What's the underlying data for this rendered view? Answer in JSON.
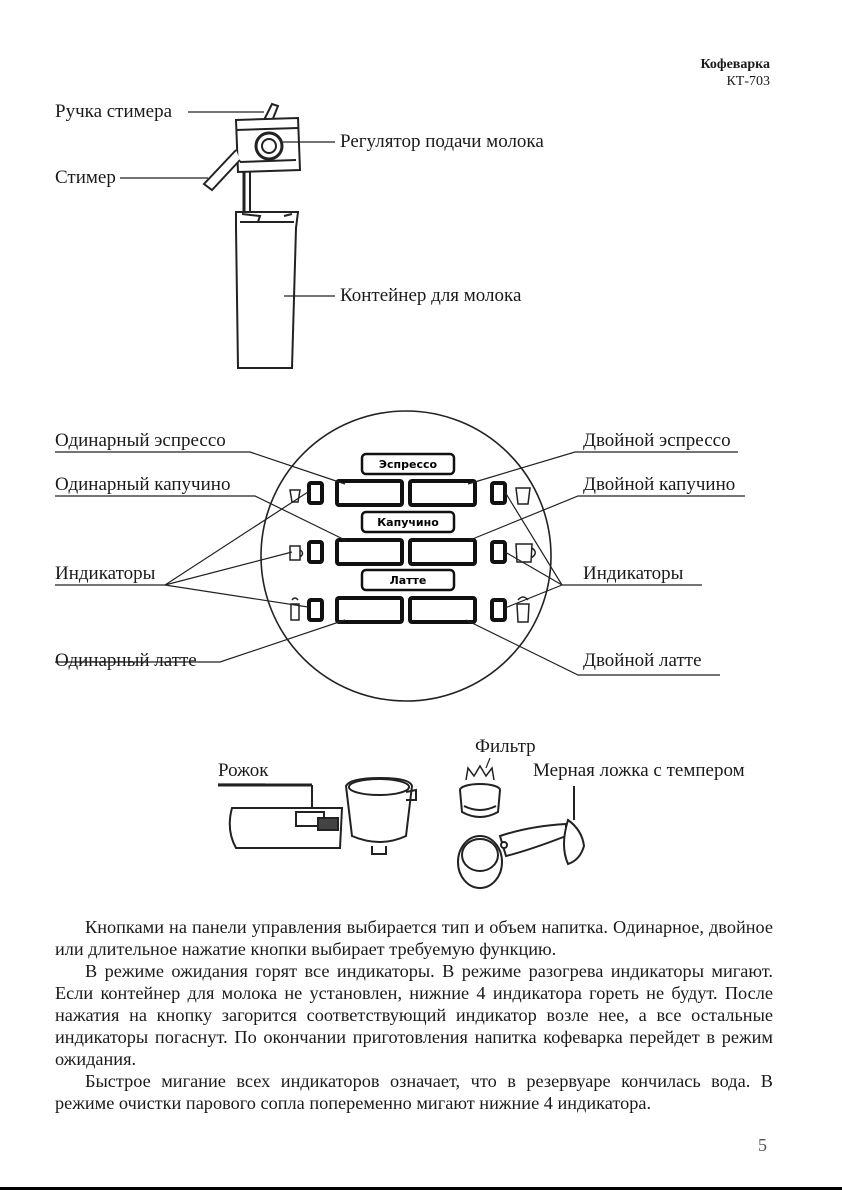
{
  "header": {
    "title": "Кофеварка",
    "model": "КТ-703"
  },
  "diagram1": {
    "labels": {
      "steam_handle": "Ручка стимера",
      "milk_regulator": "Регулятор подачи молока",
      "steamer": "Стимер",
      "milk_container": "Контейнер для молока"
    }
  },
  "panel": {
    "buttons": {
      "espresso": "Эспрессо",
      "cappuccino": "Капучино",
      "latte": "Латте"
    },
    "labels": {
      "single_espresso": "Одинарный эспрессо",
      "double_espresso": "Двойной эспрессо",
      "single_cappuccino": "Одинарный капучино",
      "double_cappuccino": "Двойной капучино",
      "indicators_left": "Индикаторы",
      "indicators_right": "Индикаторы",
      "single_latte": "Одинарный латте",
      "double_latte": "Двойной латте"
    }
  },
  "accessories": {
    "labels": {
      "holder": "Рожок",
      "filter": "Фильтр",
      "spoon": "Мерная ложка с темпером"
    }
  },
  "body_text": {
    "p1": "Кнопками на панели управления выбирается тип и объем напитка. Одинарное, двойное или длительное нажатие кнопки выбирает требуемую функцию.",
    "p2": "В режиме ожидания горят все индикаторы. В режиме разогрева индикаторы мигают. Если контейнер для молока не установлен, нижние 4 индикатора гореть не будут. После нажатия на кнопку загорится соответствующий индикатор возле нее, а все остальные индикаторы погаснут. По окончании приготовления напитка кофеварка перейдет в режим ожидания.",
    "p3": "Быстрое мигание всех индикаторов означает, что в резервуаре кончилась вода. В режиме очистки парового сопла попеременно мигают нижние 4 индикатора."
  },
  "page_number": "5"
}
